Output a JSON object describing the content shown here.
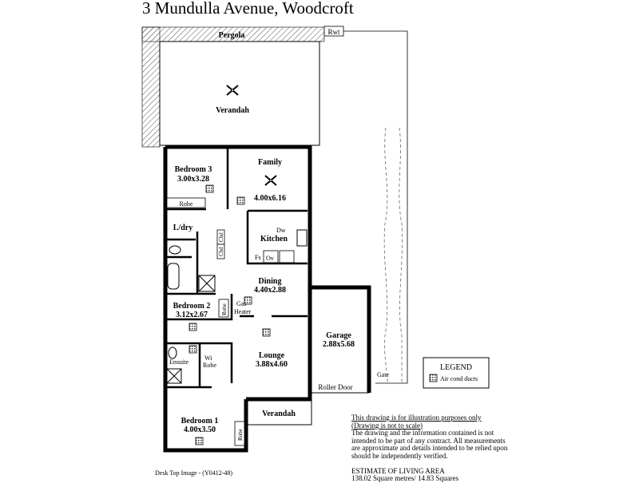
{
  "title": "3 Mundulla Avenue,  Woodcroft",
  "labels": {
    "pergola": "Pergola",
    "rwt": "Rwt",
    "verandah_rear": "Verandah",
    "verandah_front": "Verandah",
    "laundry": "L/dry",
    "robe": "Robe",
    "cbd": "Cbd",
    "dw": "Dw",
    "fs": "Fs",
    "ov": "Ov",
    "gas_heater_1": "Gas",
    "gas_heater_2": "Heater",
    "ensuite": "Ensuite",
    "wi_robe_1": "Wi",
    "wi_robe_2": "Robe",
    "roller_door": "Roller Door",
    "gate": "Gate"
  },
  "rooms": [
    {
      "name": "Bedroom 3",
      "size": "3.00x3.28"
    },
    {
      "name": "Family",
      "size": "4.00x6.16"
    },
    {
      "name": "Kitchen",
      "size": ""
    },
    {
      "name": "Dining",
      "size": "4.40x2.88"
    },
    {
      "name": "Bedroom 2",
      "size": "3.12x2.67"
    },
    {
      "name": "Lounge",
      "size": "3.88x4.60"
    },
    {
      "name": "Garage",
      "size": "2.88x5.68"
    },
    {
      "name": "Bedroom 1",
      "size": "4.00x3.50"
    }
  ],
  "legend": {
    "title": "LEGEND",
    "item": "Air cond ducts"
  },
  "notes": {
    "line1": "This drawing is for illustration purposes only",
    "line2": "(Drawing is not to scale)",
    "body": "The drawing and the information contained is not intended to be part of any contract.  All measurements are approximate and details intended to be relied upon should be independently verified.",
    "area_title": "ESTIMATE OF LIVING AREA",
    "area_value": "138.02 Square metres/  14.83 Squares"
  },
  "footer": "Desk Top Image -  (Y0412-48)"
}
